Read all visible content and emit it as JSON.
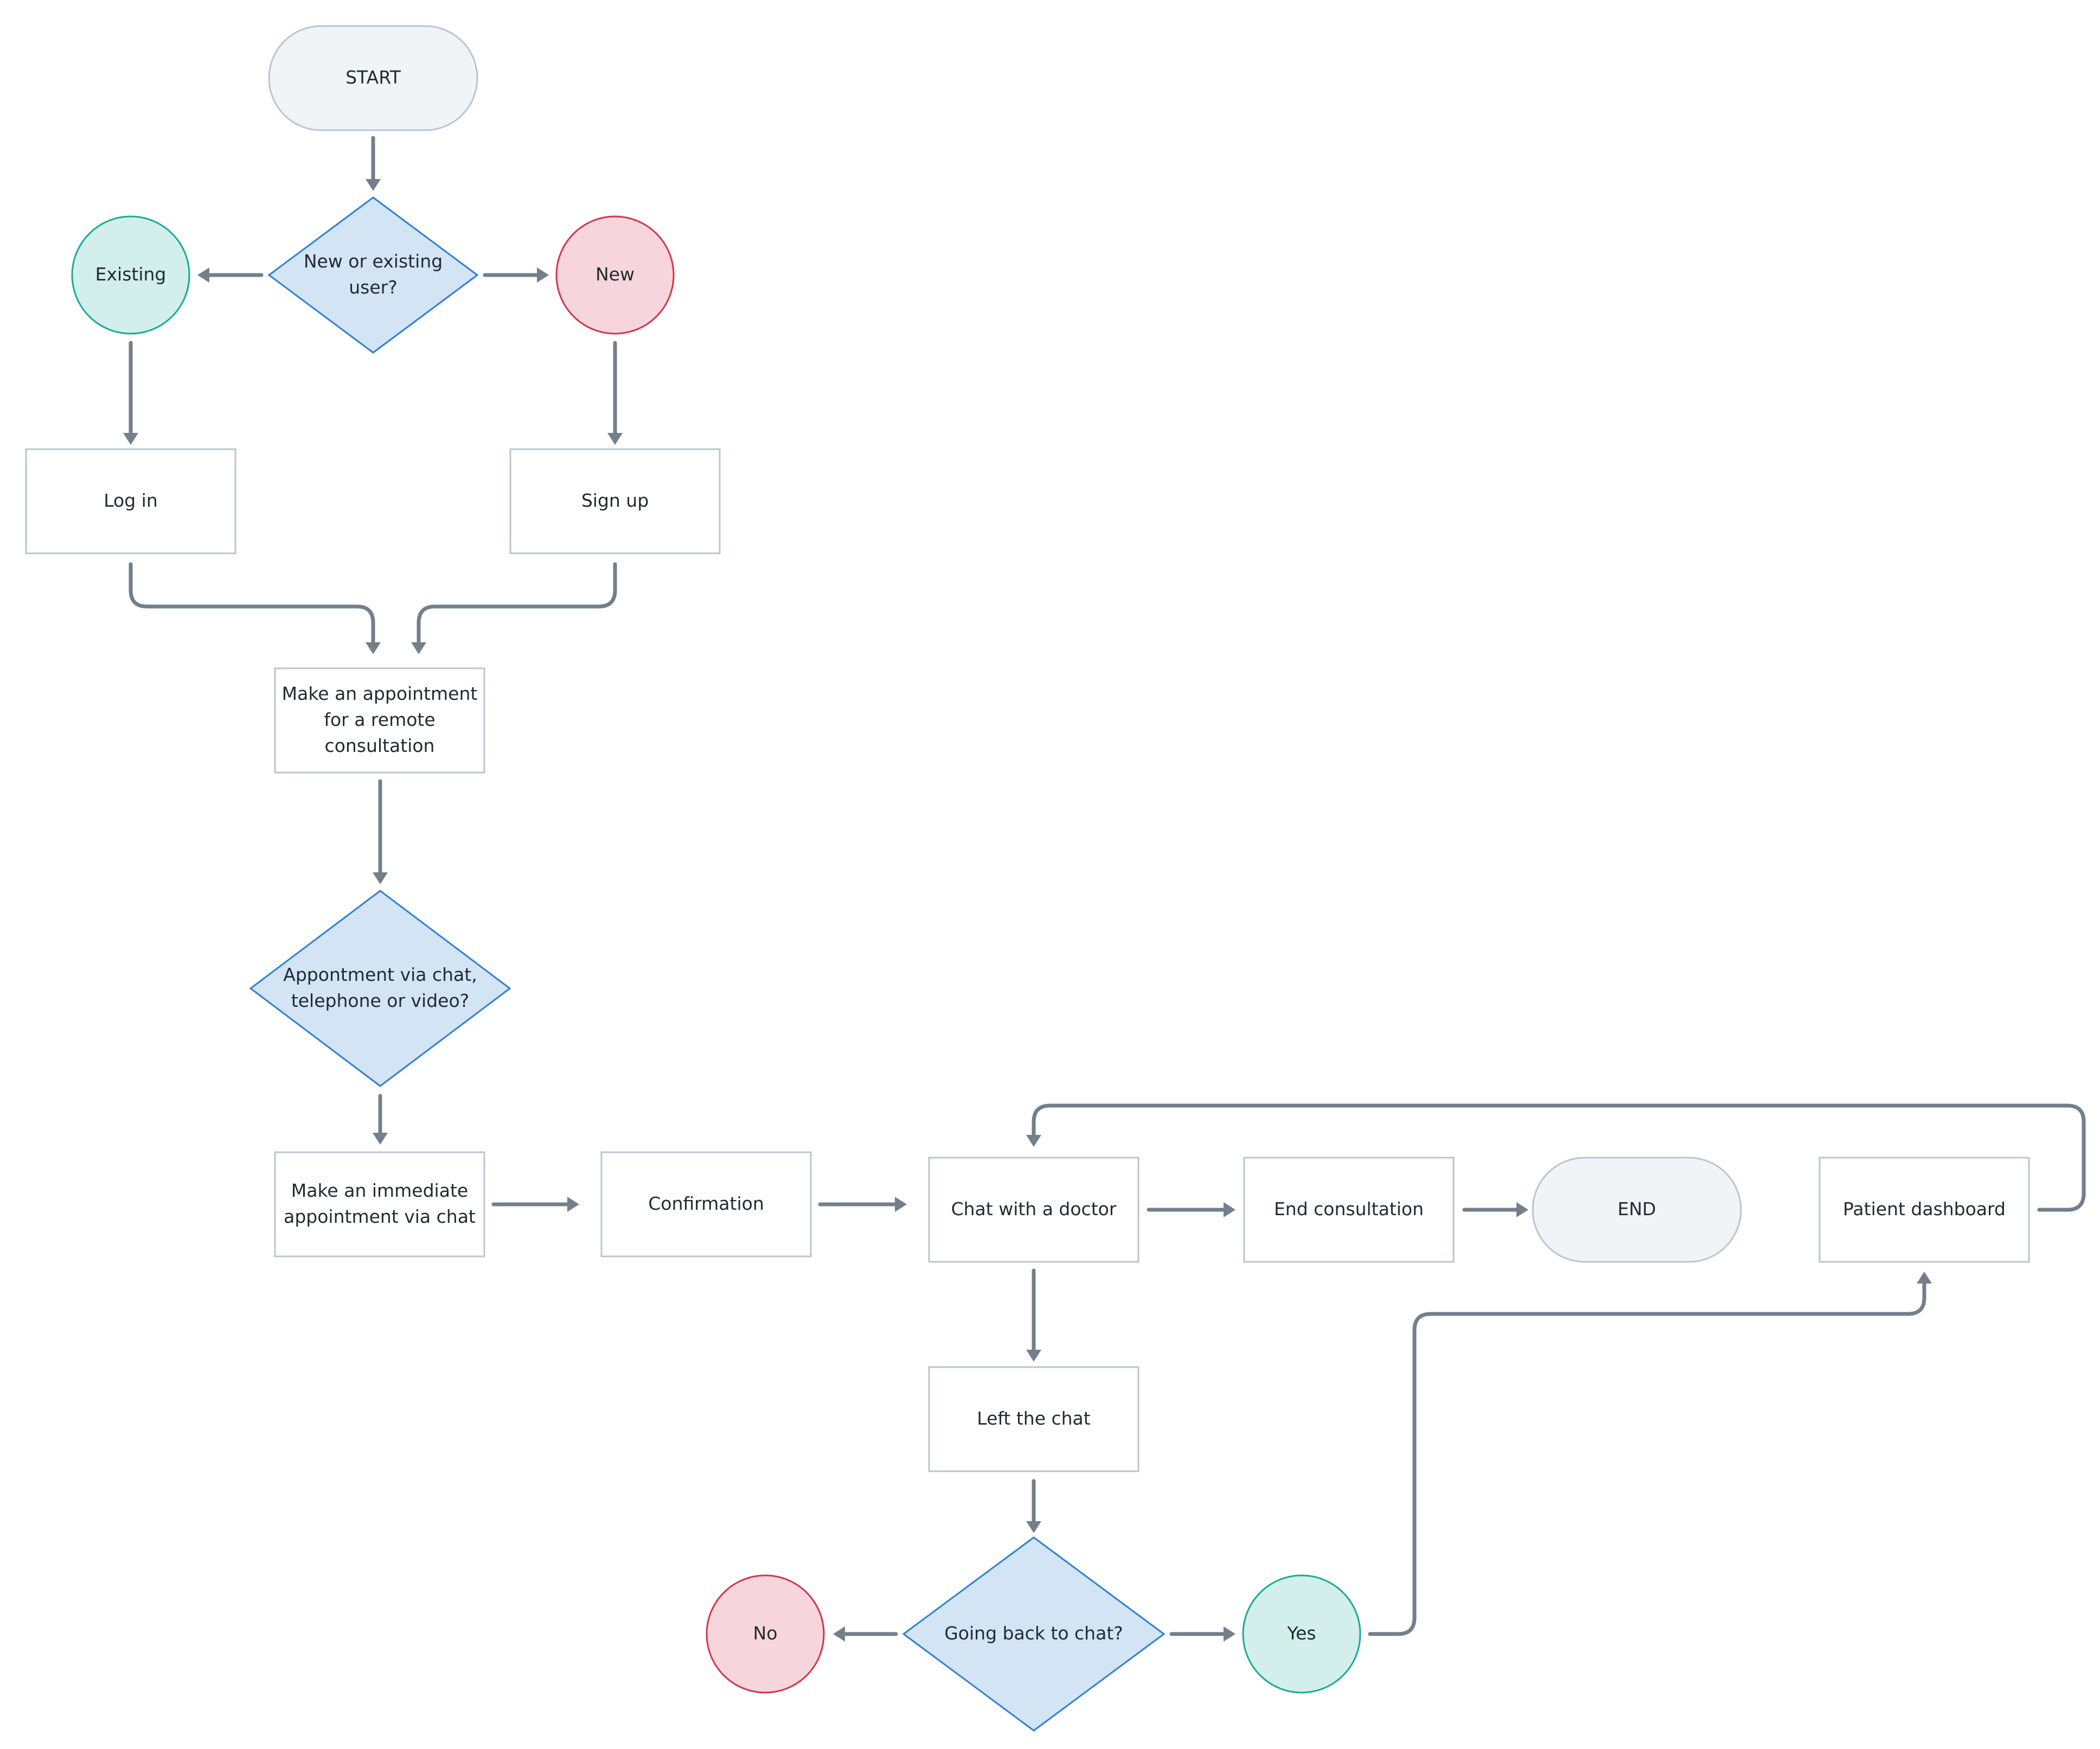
{
  "colors": {
    "terminal_fill": "#f1f4f7",
    "terminal_stroke": "#b9c5d2",
    "process_fill": "#ffffff",
    "process_stroke": "#b9c5d2",
    "decision_fill": "#d3e4f5",
    "decision_stroke": "#2f7fd6",
    "positive_fill": "#d2efeb",
    "positive_stroke": "#1aaa94",
    "negative_fill": "#f6d6dc",
    "negative_stroke": "#d6334a",
    "connector": "#737f8a",
    "text": "#1f2a33"
  },
  "nodes": {
    "start": {
      "label": [
        "START"
      ]
    },
    "user_decision": {
      "label": [
        "New or existing",
        "user?"
      ]
    },
    "existing": {
      "label": [
        "Existing"
      ]
    },
    "new": {
      "label": [
        "New"
      ]
    },
    "log_in": {
      "label": [
        "Log in"
      ]
    },
    "sign_up": {
      "label": [
        "Sign up"
      ]
    },
    "make_appointment": {
      "label": [
        "Make an appointment",
        "for a remote",
        "consultation"
      ]
    },
    "appointment_decision": {
      "label": [
        "Appontment via chat,",
        "telephone or video?"
      ]
    },
    "immediate_chat": {
      "label": [
        "Make an immediate",
        "appointment via chat"
      ]
    },
    "confirmation": {
      "label": [
        "Confirmation"
      ]
    },
    "chat_doctor": {
      "label": [
        "Chat with a doctor"
      ]
    },
    "end_consultation": {
      "label": [
        "End consultation"
      ]
    },
    "end": {
      "label": [
        "END"
      ]
    },
    "patient_dashboard": {
      "label": [
        "Patient dashboard"
      ]
    },
    "left_chat": {
      "label": [
        "Left the chat"
      ]
    },
    "back_decision": {
      "label": [
        "Going back to chat?"
      ]
    },
    "no": {
      "label": [
        "No"
      ]
    },
    "yes": {
      "label": [
        "Yes"
      ]
    }
  }
}
